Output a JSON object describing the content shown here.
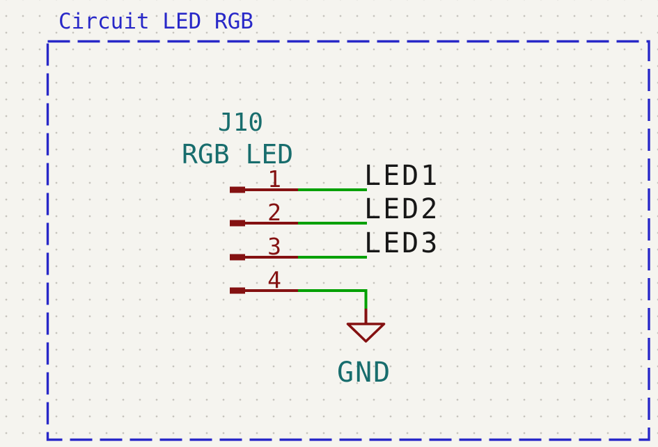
{
  "schematic": {
    "group_title": "Circuit LED RGB",
    "connector": {
      "reference": "J10",
      "value": "RGB LED",
      "pins": [
        {
          "number": "1",
          "net_label": "LED1"
        },
        {
          "number": "2",
          "net_label": "LED2"
        },
        {
          "number": "3",
          "net_label": "LED3"
        },
        {
          "number": "4",
          "net_label": ""
        }
      ]
    },
    "power_symbol": {
      "label": "GND"
    },
    "colors": {
      "background": "#F5F4EF",
      "grid_dot": "#C6C4BD",
      "border_blue": "#2828C8",
      "field_teal": "#186D6D",
      "pin_red": "#841111",
      "wire_green": "#00A000",
      "net_label_black": "#171717"
    }
  }
}
